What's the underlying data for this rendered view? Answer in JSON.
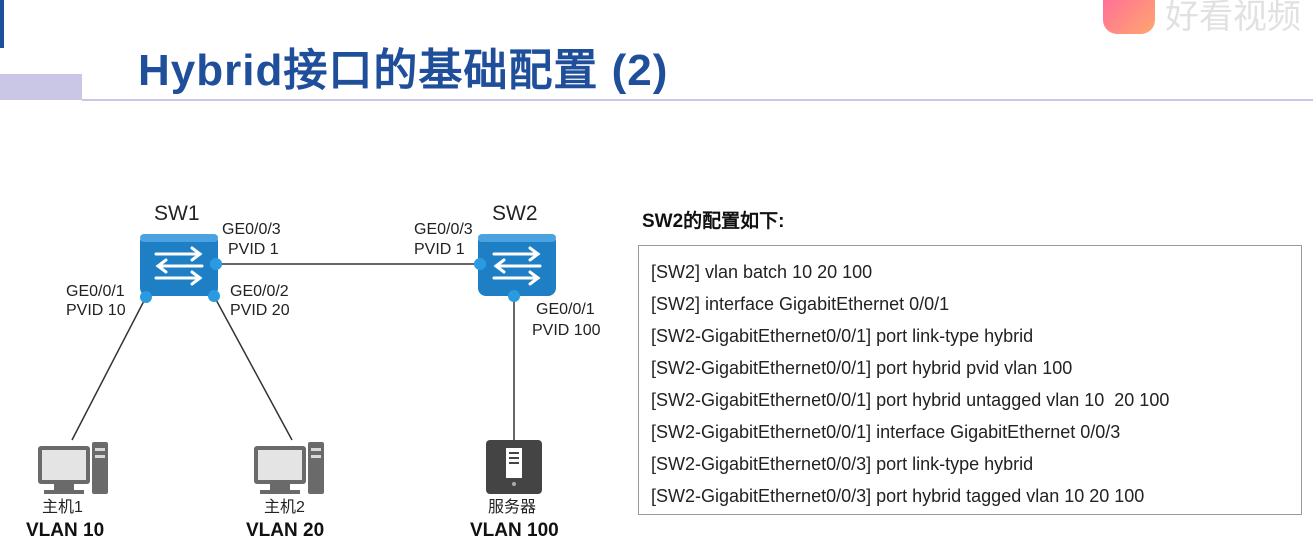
{
  "title": "Hybrid接口的基础配置 (2)",
  "watermark": "好看视频",
  "colors": {
    "title": "#1f4e9a",
    "device": "#1e7fc4",
    "port_dot": "#2a9be0",
    "accent_band": "#c9c6e6"
  },
  "topology": {
    "sw1": {
      "name": "SW1",
      "icon": "switch-icon"
    },
    "sw2": {
      "name": "SW2",
      "icon": "switch-icon"
    },
    "sw1_port_uplink": {
      "port": "GE0/0/3",
      "pvid": "PVID 1"
    },
    "sw1_port_host1": {
      "port": "GE0/0/1",
      "pvid": "PVID 10"
    },
    "sw1_port_host2": {
      "port": "GE0/0/2",
      "pvid": "PVID 20"
    },
    "sw2_port_uplink": {
      "port": "GE0/0/3",
      "pvid": "PVID 1"
    },
    "sw2_port_server": {
      "port": "GE0/0/1",
      "pvid": "PVID 100"
    },
    "host1": {
      "name": "主机1",
      "vlan": "VLAN 10",
      "icon": "pc-icon"
    },
    "host2": {
      "name": "主机2",
      "vlan": "VLAN 20",
      "icon": "pc-icon"
    },
    "server": {
      "name": "服务器",
      "vlan": "VLAN 100",
      "icon": "server-icon"
    }
  },
  "config": {
    "title": "SW2的配置如下:",
    "lines": [
      "[SW2] vlan batch 10 20 100",
      "[SW2] interface GigabitEthernet 0/0/1",
      "[SW2-GigabitEthernet0/0/1] port link-type hybrid",
      "[SW2-GigabitEthernet0/0/1] port hybrid pvid vlan 100",
      "[SW2-GigabitEthernet0/0/1] port hybrid untagged vlan 10  20 100",
      "[SW2-GigabitEthernet0/0/1] interface GigabitEthernet 0/0/3",
      "[SW2-GigabitEthernet0/0/3] port link-type hybrid",
      "[SW2-GigabitEthernet0/0/3] port hybrid tagged vlan 10 20 100"
    ]
  }
}
